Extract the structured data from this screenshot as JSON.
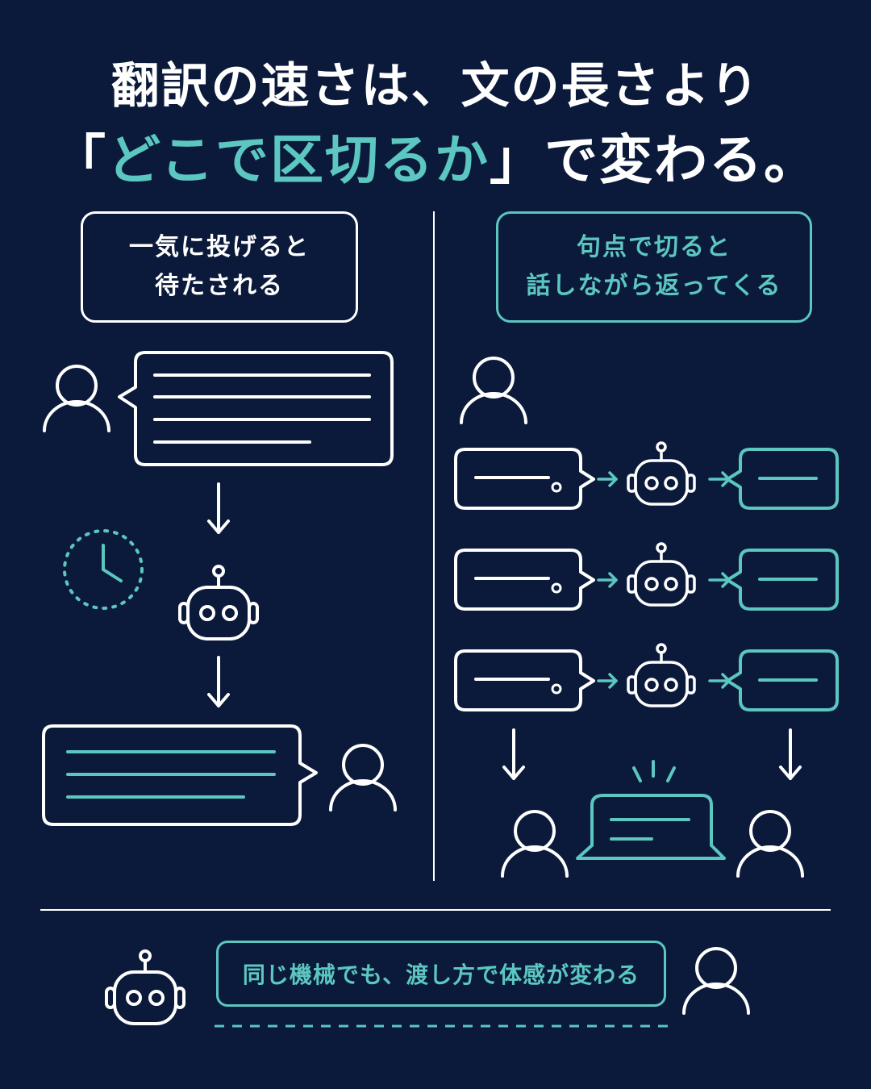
{
  "title": {
    "line1": "翻訳の速さは、文の長さより",
    "line2_prefix": "「",
    "line2_highlight": "どこで区切るか",
    "line2_suffix": "」で変わる。"
  },
  "left_label": {
    "line1": "一気に投げると",
    "line2": "待たされる"
  },
  "right_label": {
    "line1": "句点で切ると",
    "line2": "話しながら返ってくる"
  },
  "caption": "同じ機械でも、渡し方で体感が変わる",
  "colors": {
    "background": "#0b1a3a",
    "accent": "#5cc6c1",
    "foreground": "#ffffff"
  },
  "icons": [
    "user-icon",
    "robot-icon",
    "clock-icon",
    "speech-bubble-icon",
    "arrow-icon"
  ]
}
